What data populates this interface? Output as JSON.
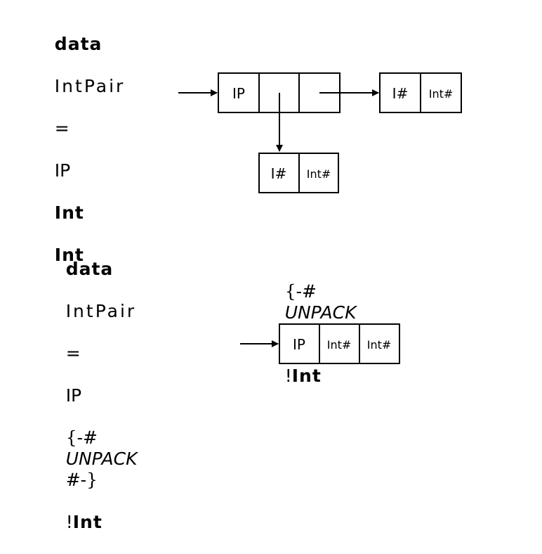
{
  "declaration_1": {
    "keyword": "data",
    "type_name": "IntPair",
    "equals": "=",
    "constructor": "IP",
    "field_types": [
      "Int",
      "Int"
    ]
  },
  "diagram_1": {
    "constructor_cell": "IP",
    "box_a": {
      "tag": "I#",
      "payload": "Int#"
    },
    "box_b": {
      "tag": "I#",
      "payload": "Int#"
    }
  },
  "declaration_2": {
    "keyword": "data",
    "type_name": "IntPair",
    "equals": "=",
    "constructor": "IP",
    "pragma_open": "{-#",
    "pragma_word": "UNPACK",
    "pragma_close": "#-}",
    "strict_mark": "!",
    "field_types": [
      "Int",
      "Int"
    ]
  },
  "diagram_2": {
    "constructor_cell": "IP",
    "payloads": [
      "Int#",
      "Int#"
    ]
  },
  "colors": {
    "ink": "#000000",
    "background": "#ffffff"
  }
}
